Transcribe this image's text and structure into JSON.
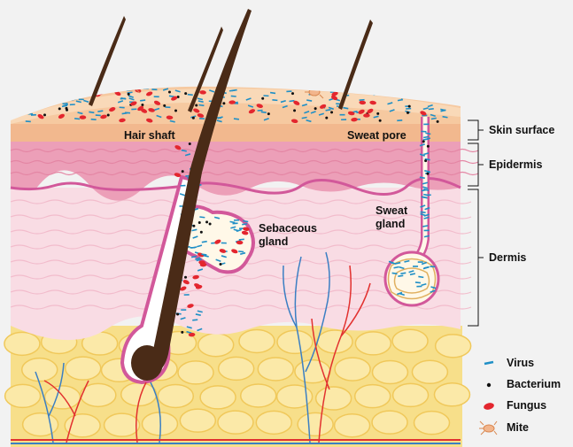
{
  "labels": {
    "hair_shaft": "Hair shaft",
    "sweat_pore": "Sweat pore",
    "sebaceous_gland_l1": "Sebaceous",
    "sebaceous_gland_l2": "gland",
    "sweat_gland_l1": "Sweat",
    "sweat_gland_l2": "gland"
  },
  "layers": {
    "skin_surface": "Skin surface",
    "epidermis": "Epidermis",
    "dermis": "Dermis"
  },
  "legend": [
    {
      "label": "Virus",
      "icon": "virus-dash",
      "color": "#1f8fc6"
    },
    {
      "label": "Bacterium",
      "icon": "bacterium-dot",
      "color": "#111111"
    },
    {
      "label": "Fungus",
      "icon": "fungus-oval",
      "color": "#e3262e"
    },
    {
      "label": "Mite",
      "icon": "mite-bug",
      "color": "#e39a6a"
    }
  ],
  "colors": {
    "surface_layer": "#f6c9a0",
    "epidermis": "#ec9fb8",
    "dermis": "#f9dce4",
    "fat": "#f7df8a",
    "gland_outline": "#d2589a",
    "hair": "#4a2b17",
    "vein_blue": "#3b7fc3",
    "artery_red": "#e2312f"
  }
}
